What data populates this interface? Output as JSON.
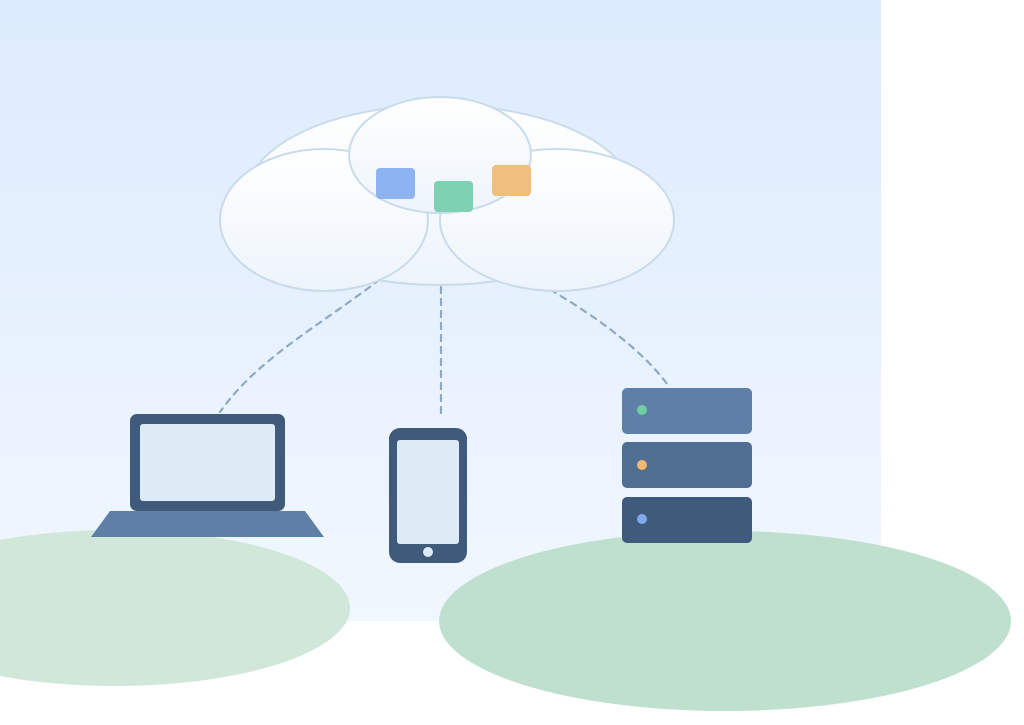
{
  "colors": {
    "sky_top": "#dcebfd",
    "sky_bottom": "#f1f7fe",
    "cloud_fill_top": "#ffffff",
    "cloud_fill_bottom": "#eef5fc",
    "cloud_stroke": "#c9dbea",
    "connector": "#8ea9c4",
    "device_dark": "#3f5a7b",
    "device_mid": "#4f6e92",
    "device_light": "#5e80a7",
    "screen": "#deebf7",
    "ground_left": "#d0e7d9",
    "ground_right": "#c0e0cf",
    "tile_blue": "#8db4f0",
    "tile_green": "#7fd1b3",
    "tile_orange": "#f0bf7f",
    "led_green": "#6fcfa0",
    "led_orange": "#f3b770",
    "led_blue": "#7fa9ec"
  },
  "icons": {
    "cloud": "cloud-icon",
    "laptop": "laptop-icon",
    "phone": "phone-icon",
    "server": "server-stack-icon"
  },
  "cloud_tiles": [
    {
      "name": "blue-data-tile",
      "color": "#8db4f0"
    },
    {
      "name": "green-data-tile",
      "color": "#7fd1b3"
    },
    {
      "name": "orange-data-tile",
      "color": "#f0bf7f"
    }
  ],
  "server_units": [
    {
      "name": "server-unit-top",
      "shade": "#5e80a7",
      "led": "#6fcfa0"
    },
    {
      "name": "server-unit-middle",
      "shade": "#4f6e92",
      "led": "#f3b770"
    },
    {
      "name": "server-unit-bottom",
      "shade": "#3f5a7b",
      "led": "#7fa9ec"
    }
  ]
}
